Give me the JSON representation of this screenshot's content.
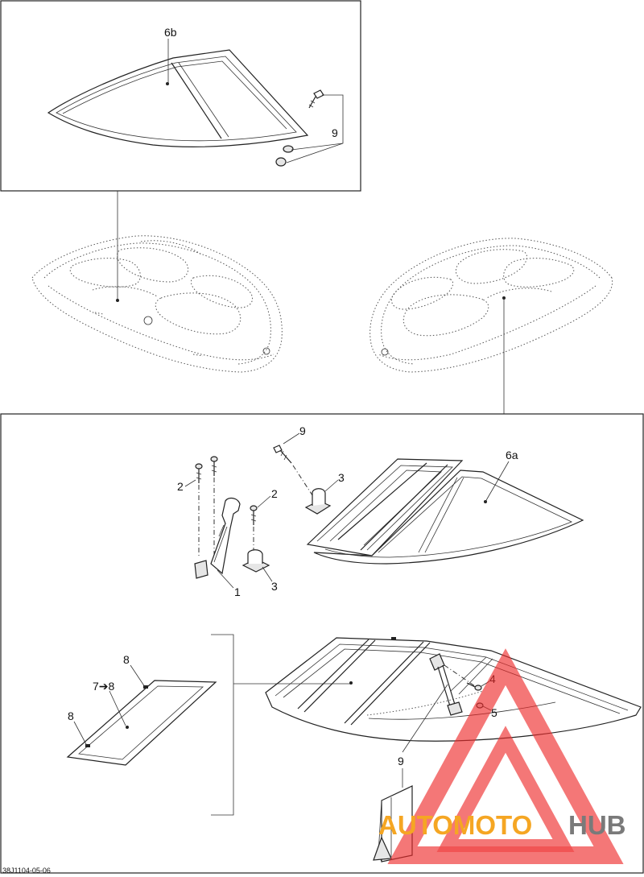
{
  "diagram": {
    "callouts": {
      "c6b": "6b",
      "c9_top": "9",
      "c9_mid": "9",
      "c3_upper": "3",
      "c6a": "6a",
      "c2_left": "2",
      "c2_right": "2",
      "c1": "1",
      "c3_lower": "3",
      "c8_top": "8",
      "c7to8": "7➔8",
      "c8_bottom": "8",
      "c4": "4",
      "c5": "5",
      "c9_bottom": "9"
    },
    "drawing_code": "38J1104-05-06"
  },
  "watermark": {
    "text_a": "AUTOMOTO",
    "text_b": "HUB",
    "color_a": "#f5a623",
    "color_b": "#7a7a7a",
    "logo_color": "#ee2b2b"
  }
}
